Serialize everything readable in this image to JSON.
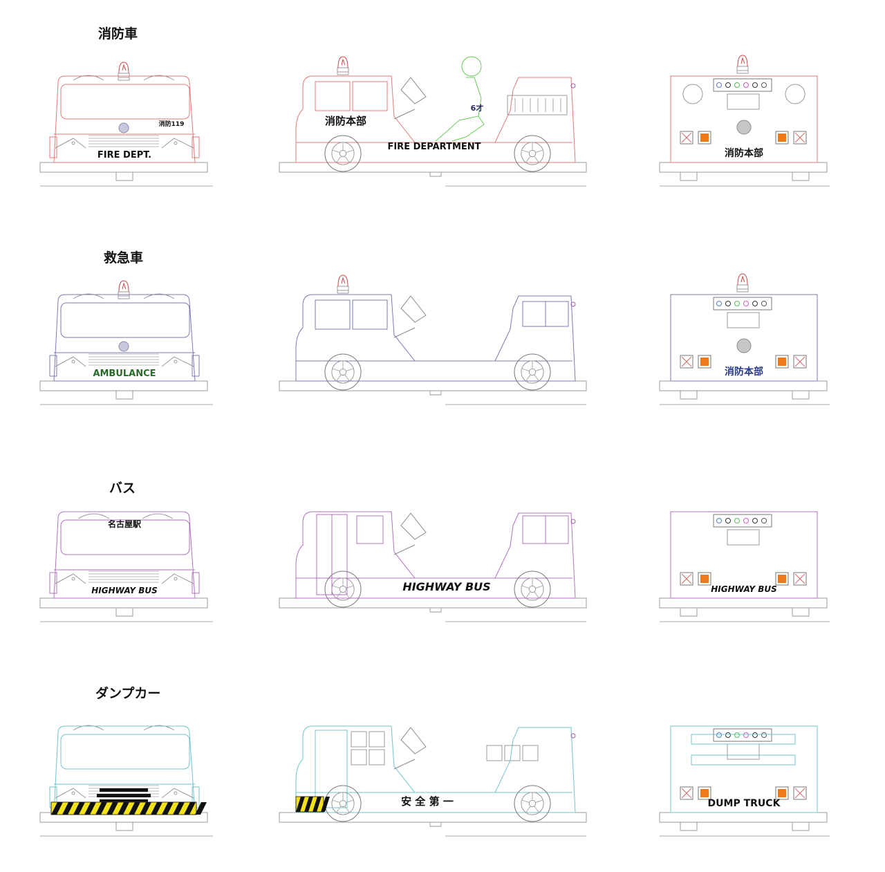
{
  "rows": [
    {
      "key": "fire",
      "title": "消防車",
      "stroke": "#e07a7a",
      "front_label": "FIRE DEPT.",
      "front_small": "消防119",
      "side_door": "消防本部",
      "side_label": "FIRE DEPARTMENT",
      "rear_label": "消防本部",
      "child_age": "6才",
      "label_color": "#111111"
    },
    {
      "key": "ambulance",
      "title": "救急車",
      "stroke": "#7a78b8",
      "front_label": "AMBULANCE",
      "rear_label": "消防本部",
      "label_color": "#2a6a2a",
      "rear_label_color": "#2a3a8a"
    },
    {
      "key": "bus",
      "title": "バス",
      "stroke": "#b070c0",
      "front_label": "HIGHWAY BUS",
      "front_top": "名古屋駅",
      "side_label": "HIGHWAY BUS",
      "rear_label": "HIGHWAY BUS",
      "label_color": "#111111"
    },
    {
      "key": "dump",
      "title": "ダンプカー",
      "stroke": "#6fc4cc",
      "side_label": "安 全 第 一",
      "rear_label": "DUMP TRUCK",
      "label_color": "#111111"
    }
  ],
  "colors": {
    "base_stroke": "#9a9a9a",
    "lamp_orange": "#ee7a1e",
    "lamp_red": "#cc4444",
    "hazard_yellow": "#f3e21a",
    "hazard_black": "#111111",
    "child_green": "#66cc55"
  }
}
